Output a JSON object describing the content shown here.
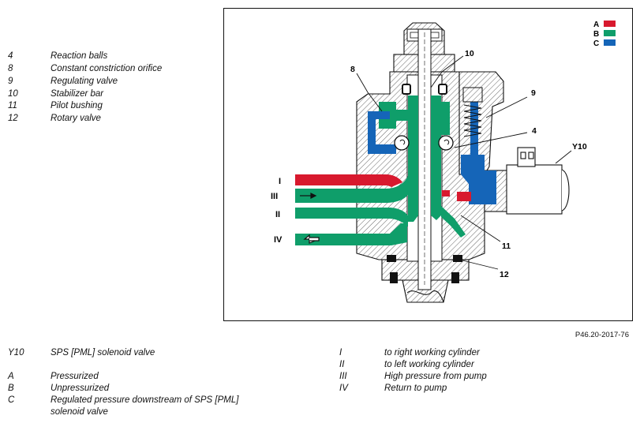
{
  "parts_legend": [
    {
      "num": "4",
      "text": "Reaction balls"
    },
    {
      "num": "8",
      "text": "Constant constriction orifice"
    },
    {
      "num": "9",
      "text": "Regulating valve"
    },
    {
      "num": "10",
      "text": "Stabilizer bar"
    },
    {
      "num": "11",
      "text": "Pilot bushing"
    },
    {
      "num": "12",
      "text": "Rotary valve"
    }
  ],
  "diagram": {
    "color_key": [
      {
        "letter": "A",
        "color": "#d8192e"
      },
      {
        "letter": "B",
        "color": "#0f9e6a"
      },
      {
        "letter": "C",
        "color": "#1565b8"
      }
    ],
    "callouts": {
      "c8": "8",
      "c10": "10",
      "c9": "9",
      "c4": "4",
      "cY10": "Y10",
      "c11": "11",
      "c12": "12"
    },
    "ports": {
      "p1": "I",
      "p3": "III",
      "p2": "II",
      "p4": "IV"
    }
  },
  "figure_ref": "P46.20-2017-76",
  "bottom_left": [
    {
      "k": "Y10",
      "v": "SPS [PML] solenoid valve"
    },
    {
      "k": "",
      "v": ""
    },
    {
      "k": "A",
      "v": "Pressurized"
    },
    {
      "k": "B",
      "v": "Unpressurized"
    },
    {
      "k": "C",
      "v": "Regulated pressure downstream of SPS [PML]"
    },
    {
      "k": "",
      "v": "solenoid valve"
    }
  ],
  "bottom_right": [
    {
      "k": "I",
      "v": "to right working cylinder"
    },
    {
      "k": "II",
      "v": "to left working cylinder"
    },
    {
      "k": "III",
      "v": "High pressure from pump"
    },
    {
      "k": "IV",
      "v": "Return to pump"
    }
  ]
}
